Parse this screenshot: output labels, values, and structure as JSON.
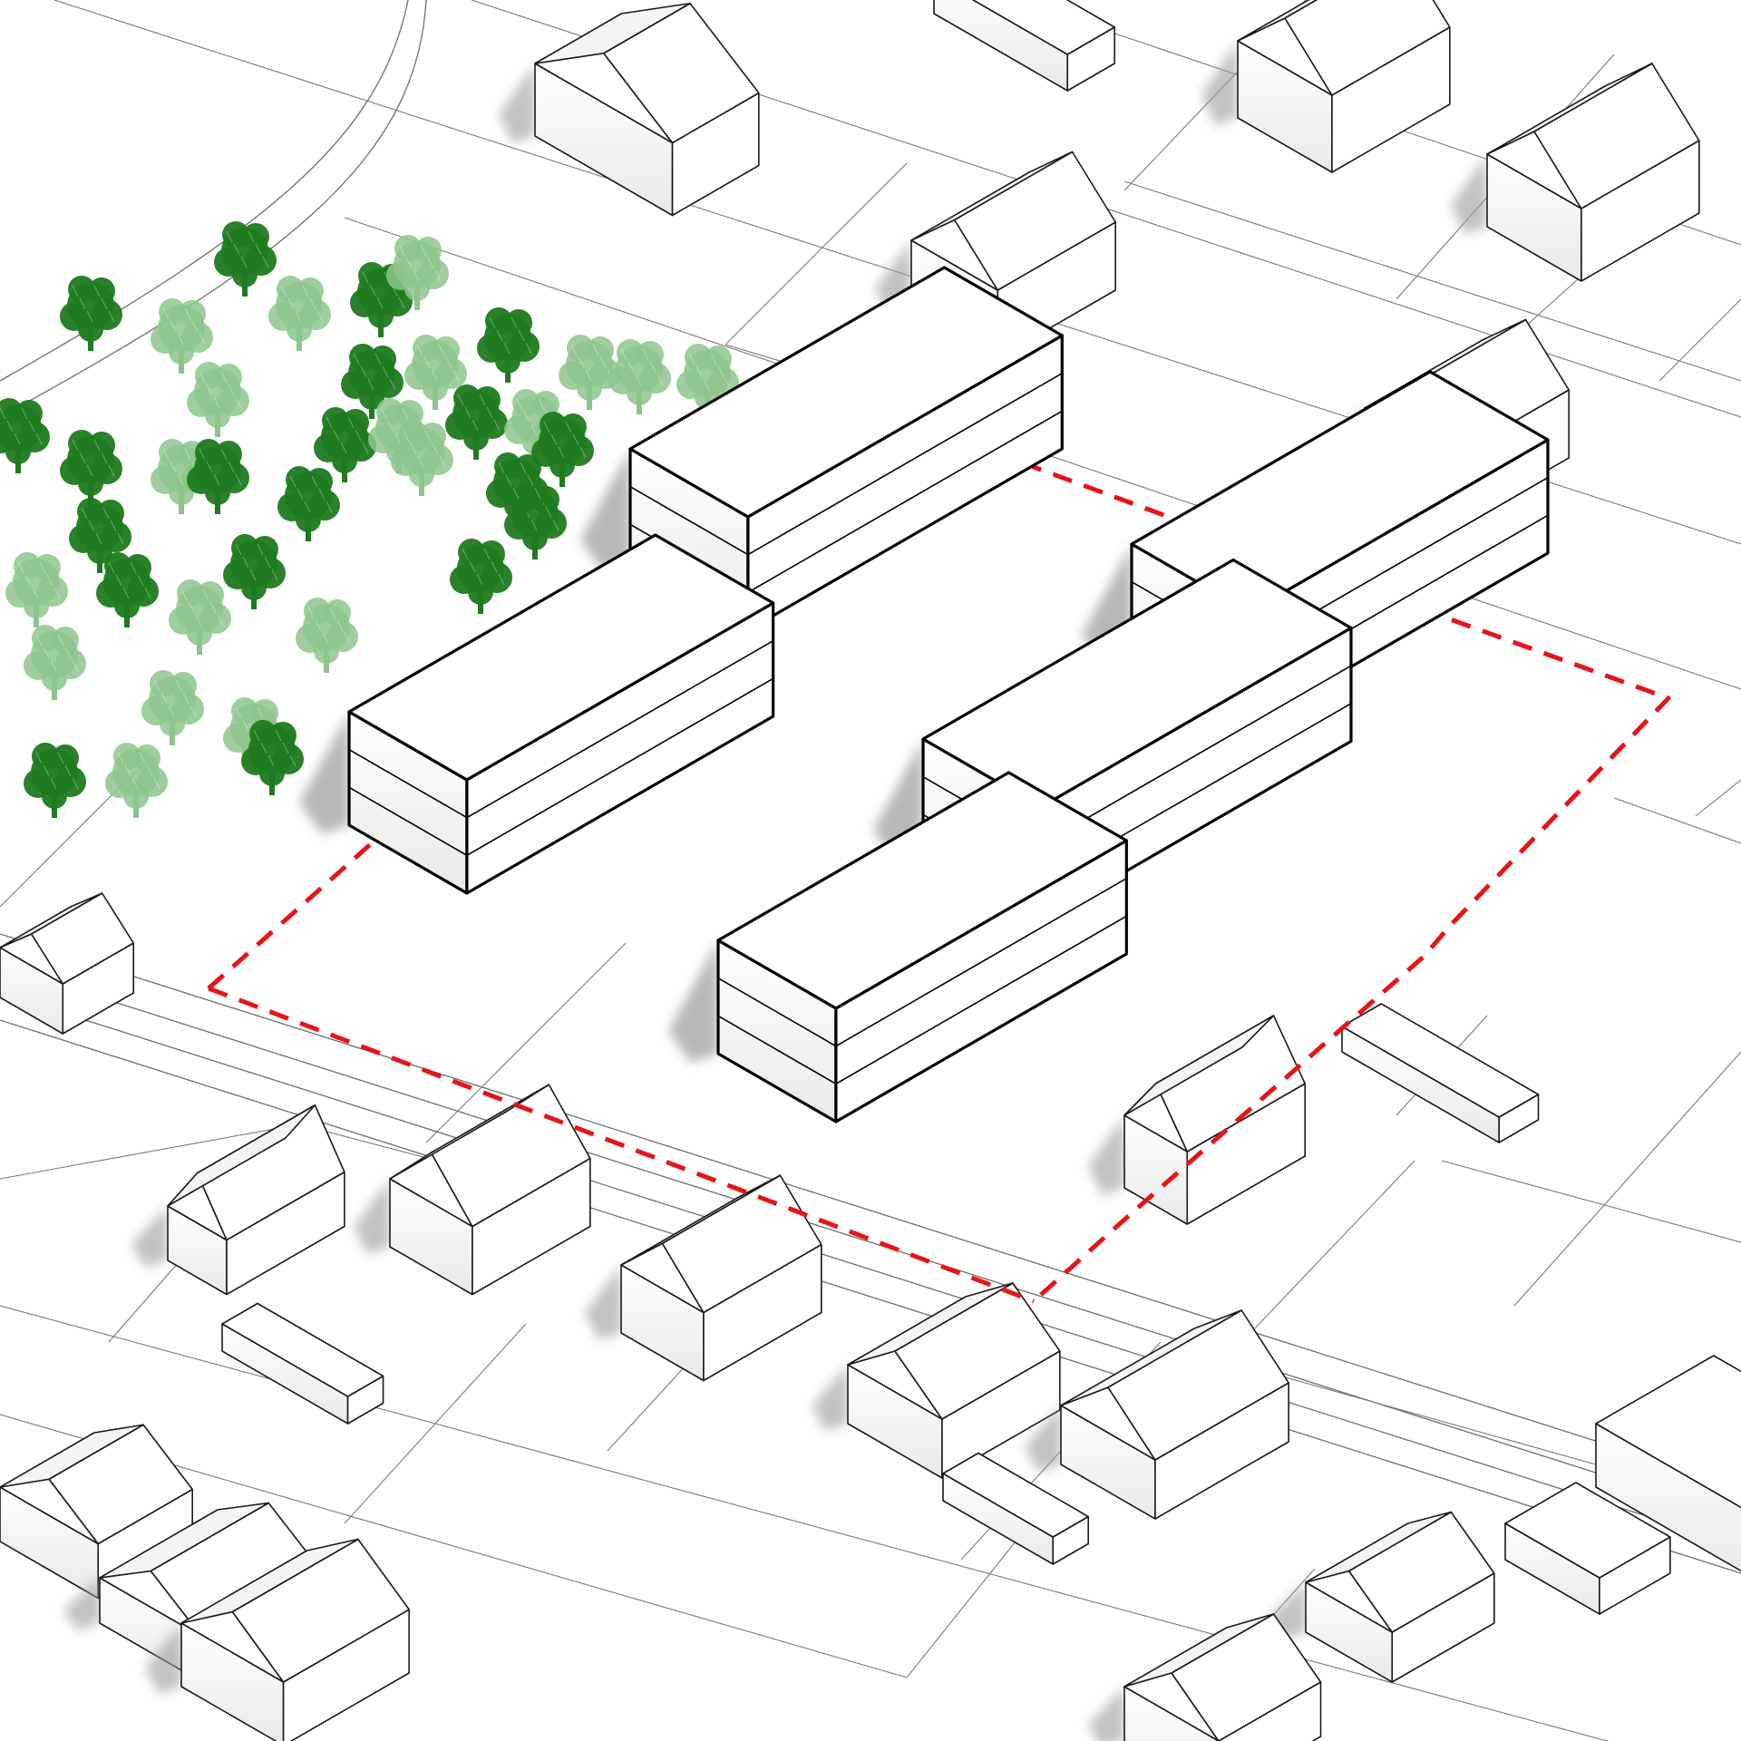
{
  "colors": {
    "site_boundary": "#e8131a",
    "tree_dark": "#1f7a1f",
    "tree_light": "#8dc58d",
    "building_fill": "#ffffff",
    "shadow": "#9a9a9a"
  },
  "diagram": {
    "type": "isometric-massing-diagram",
    "proposed_building_count": 5,
    "proposed_building_storeys": 3,
    "site_boundary_style": "dashed-red"
  },
  "icons": {
    "tree": "tree-icon",
    "building": "building-massing-icon"
  }
}
